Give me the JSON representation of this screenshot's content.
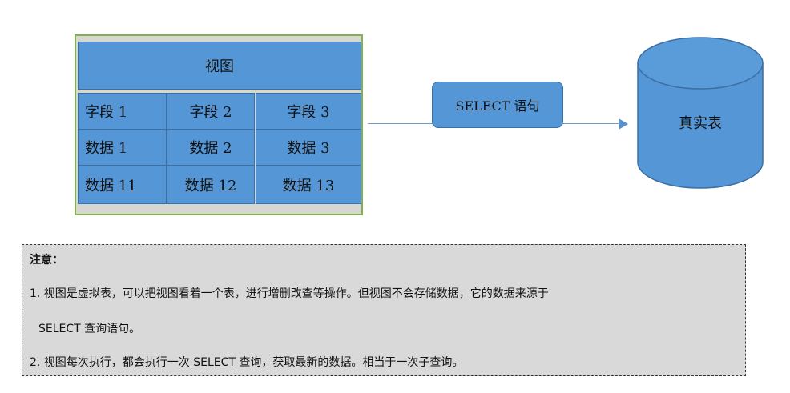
{
  "view": {
    "title": "视图",
    "headers": [
      "字段 1",
      "字段 2",
      "字段 3"
    ],
    "rows": [
      [
        "数据 1",
        "数据 2",
        "数据 3"
      ],
      [
        "数据 11",
        "数据 12",
        "数据 13"
      ]
    ]
  },
  "connector": {
    "label": "SELECT 语句"
  },
  "table": {
    "label": "真实表"
  },
  "note": {
    "title": "注意：",
    "line1": "1. 视图是虚拟表，可以把视图看着一个表，进行增删改查等操作。但视图不会存储数据，它的数据来源于",
    "line1b": "SELECT 查询语句。",
    "line2": "2. 视图每次执行，都会执行一次 SELECT 查询，获取最新的数据。相当于一次子查询。"
  }
}
